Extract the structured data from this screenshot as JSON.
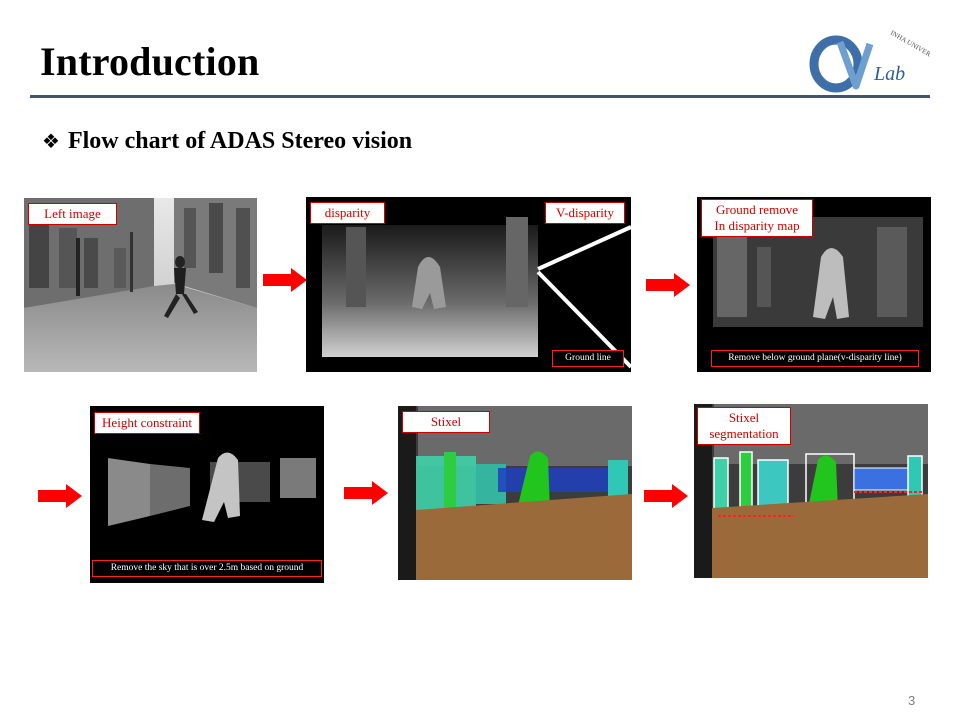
{
  "slide": {
    "title": "Introduction",
    "subtitle_bullet": "❖",
    "subtitle": "Flow chart of ADAS Stereo vision",
    "page_number": "3"
  },
  "logo": {
    "text_lab": "Lab",
    "university": "INHA UNIVERSITY"
  },
  "panels": {
    "left_image": {
      "label": "Left image"
    },
    "disparity": {
      "label": "disparity"
    },
    "v_disparity": {
      "label": "V-disparity",
      "caption": "Ground line"
    },
    "ground_remove": {
      "label_line1": "Ground remove",
      "label_line2": "In disparity map",
      "caption": "Remove below ground plane(v-disparity line)"
    },
    "height_constraint": {
      "label": "Height constraint",
      "caption": "Remove the sky that is over 2.5m based on ground"
    },
    "stixel": {
      "label": "Stixel"
    },
    "stixel_segmentation": {
      "label_line1": "Stixel",
      "label_line2": "segmentation"
    }
  },
  "colors": {
    "accent_red": "#d00000",
    "arrow_red": "#ff0000",
    "rule": "#44546a"
  }
}
